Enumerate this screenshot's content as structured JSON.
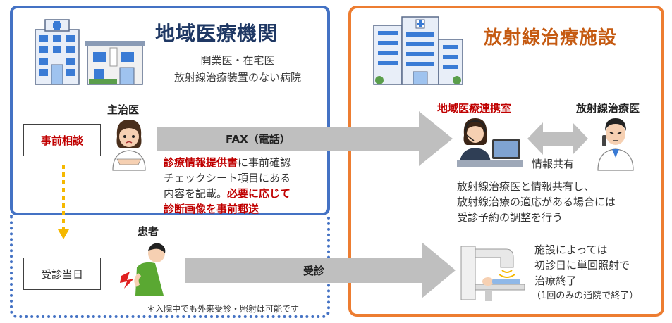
{
  "left_box": {
    "title": "地域医療機関",
    "subtitle_line1": "開業医・在宅医",
    "subtitle_line2": "放射線治療装置のない病院"
  },
  "right_box": {
    "title": "放射線治療施設"
  },
  "attending_label": "主治医",
  "prior_consult_label": "事前相談",
  "fax_label": "FAX（電話）",
  "fax_desc": {
    "line1_red": "診療情報提供書",
    "line1_rest": "に事前確認",
    "line2": "チェックシート項目にある",
    "line3_plain": "内容を記載。",
    "line3_red": "必要に応じて",
    "line4_red": "診断画像を事前郵送"
  },
  "liaison_label": "地域医療連携室",
  "radiation_doctor_label": "放射線治療医",
  "info_share_label": "情報共有",
  "right_desc": {
    "line1": "放射線治療医と情報共有し、",
    "line2": "放射線治療の適応がある場合には",
    "line3": "受診予約の調整を行う"
  },
  "patient_label": "患者",
  "visit_day_label": "受診当日",
  "visit_label": "受診",
  "note": "＊入院中でも外来受診・照射は可能です",
  "facility_note": {
    "line1": "施設によっては",
    "line2": "初診日に単回照射で",
    "line3": "治療終了",
    "line4": "（1回のみの通院で終了）"
  },
  "colors": {
    "blue_frame": "#4472c4",
    "orange_frame": "#ed7d31",
    "red_text": "#c00000",
    "arrow_gray": "#bfbfbf",
    "yellow_arrow": "#f5b800"
  }
}
